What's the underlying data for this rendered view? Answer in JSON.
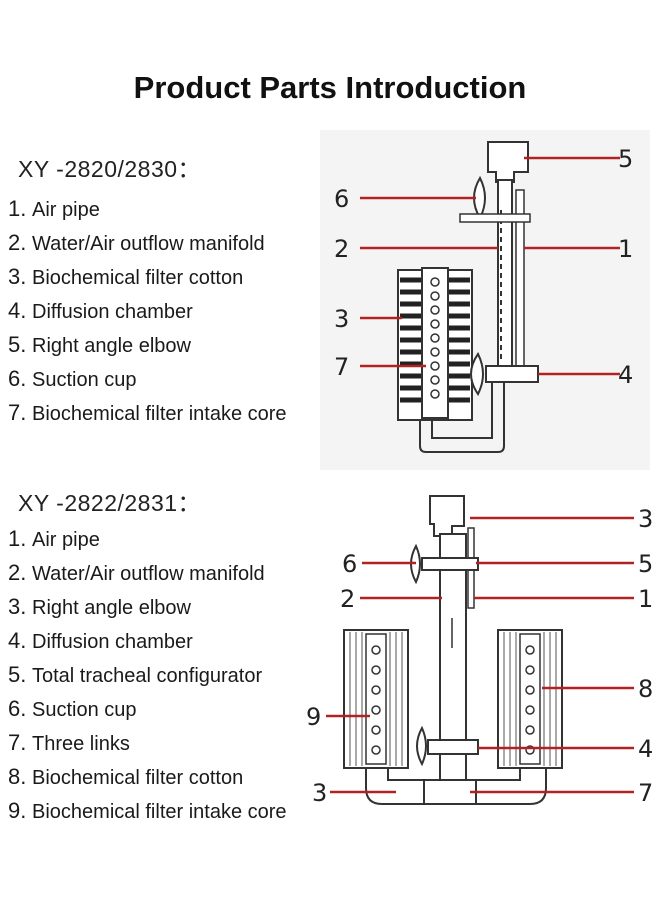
{
  "title": "Product Parts Introduction",
  "sections": [
    {
      "model": "XY -2820/2830：",
      "parts": [
        {
          "num": "1.",
          "label": "Air pipe"
        },
        {
          "num": "2.",
          "label": "Water/Air outflow manifold"
        },
        {
          "num": "3.",
          "label": "Biochemical filter cotton"
        },
        {
          "num": "4.",
          "label": "Diffusion chamber"
        },
        {
          "num": "5.",
          "label": "Right angle elbow"
        },
        {
          "num": "6.",
          "label": "Suction cup"
        },
        {
          "num": "7.",
          "label": "Biochemical filter intake core"
        }
      ],
      "callouts": [
        "5",
        "6",
        "2",
        "1",
        "3",
        "7",
        "4"
      ]
    },
    {
      "model": "XY -2822/2831：",
      "parts": [
        {
          "num": "1.",
          "label": "Air pipe"
        },
        {
          "num": "2.",
          "label": "Water/Air outflow manifold"
        },
        {
          "num": "3.",
          "label": "Right angle elbow"
        },
        {
          "num": "4.",
          "label": "Diffusion chamber"
        },
        {
          "num": "5.",
          "label": "Total tracheal configurator"
        },
        {
          "num": "6.",
          "label": "Suction cup"
        },
        {
          "num": "7.",
          "label": "Three links"
        },
        {
          "num": "8.",
          "label": "Biochemical filter cotton"
        },
        {
          "num": "9.",
          "label": "Biochemical filter intake core"
        }
      ],
      "callouts": [
        "3",
        "6",
        "5",
        "2",
        "1",
        "8",
        "9",
        "4",
        "3",
        "7"
      ]
    }
  ],
  "colors": {
    "leader_line": "#b22222",
    "outline": "#333333"
  }
}
